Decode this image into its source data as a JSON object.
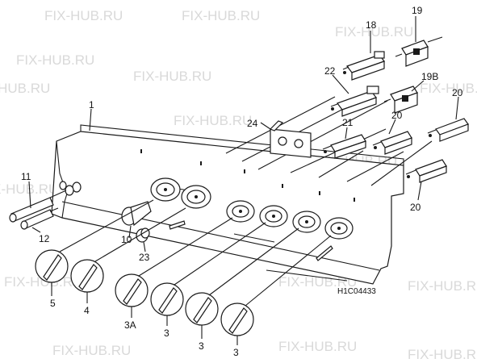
{
  "watermark": "FIX-HUB.RU",
  "drawing_code": "H1C04433",
  "labels": {
    "p1": "1",
    "p3a": "3",
    "p3b": "3",
    "p3c": "3",
    "p3A": "3A",
    "p4": "4",
    "p5": "5",
    "p10": "10",
    "p11": "11",
    "p12": "12",
    "p18": "18",
    "p19": "19",
    "p19B": "19B",
    "p20a": "20",
    "p20b": "20",
    "p20c": "20",
    "p21": "21",
    "p22": "22",
    "p23": "23",
    "p24": "24"
  }
}
